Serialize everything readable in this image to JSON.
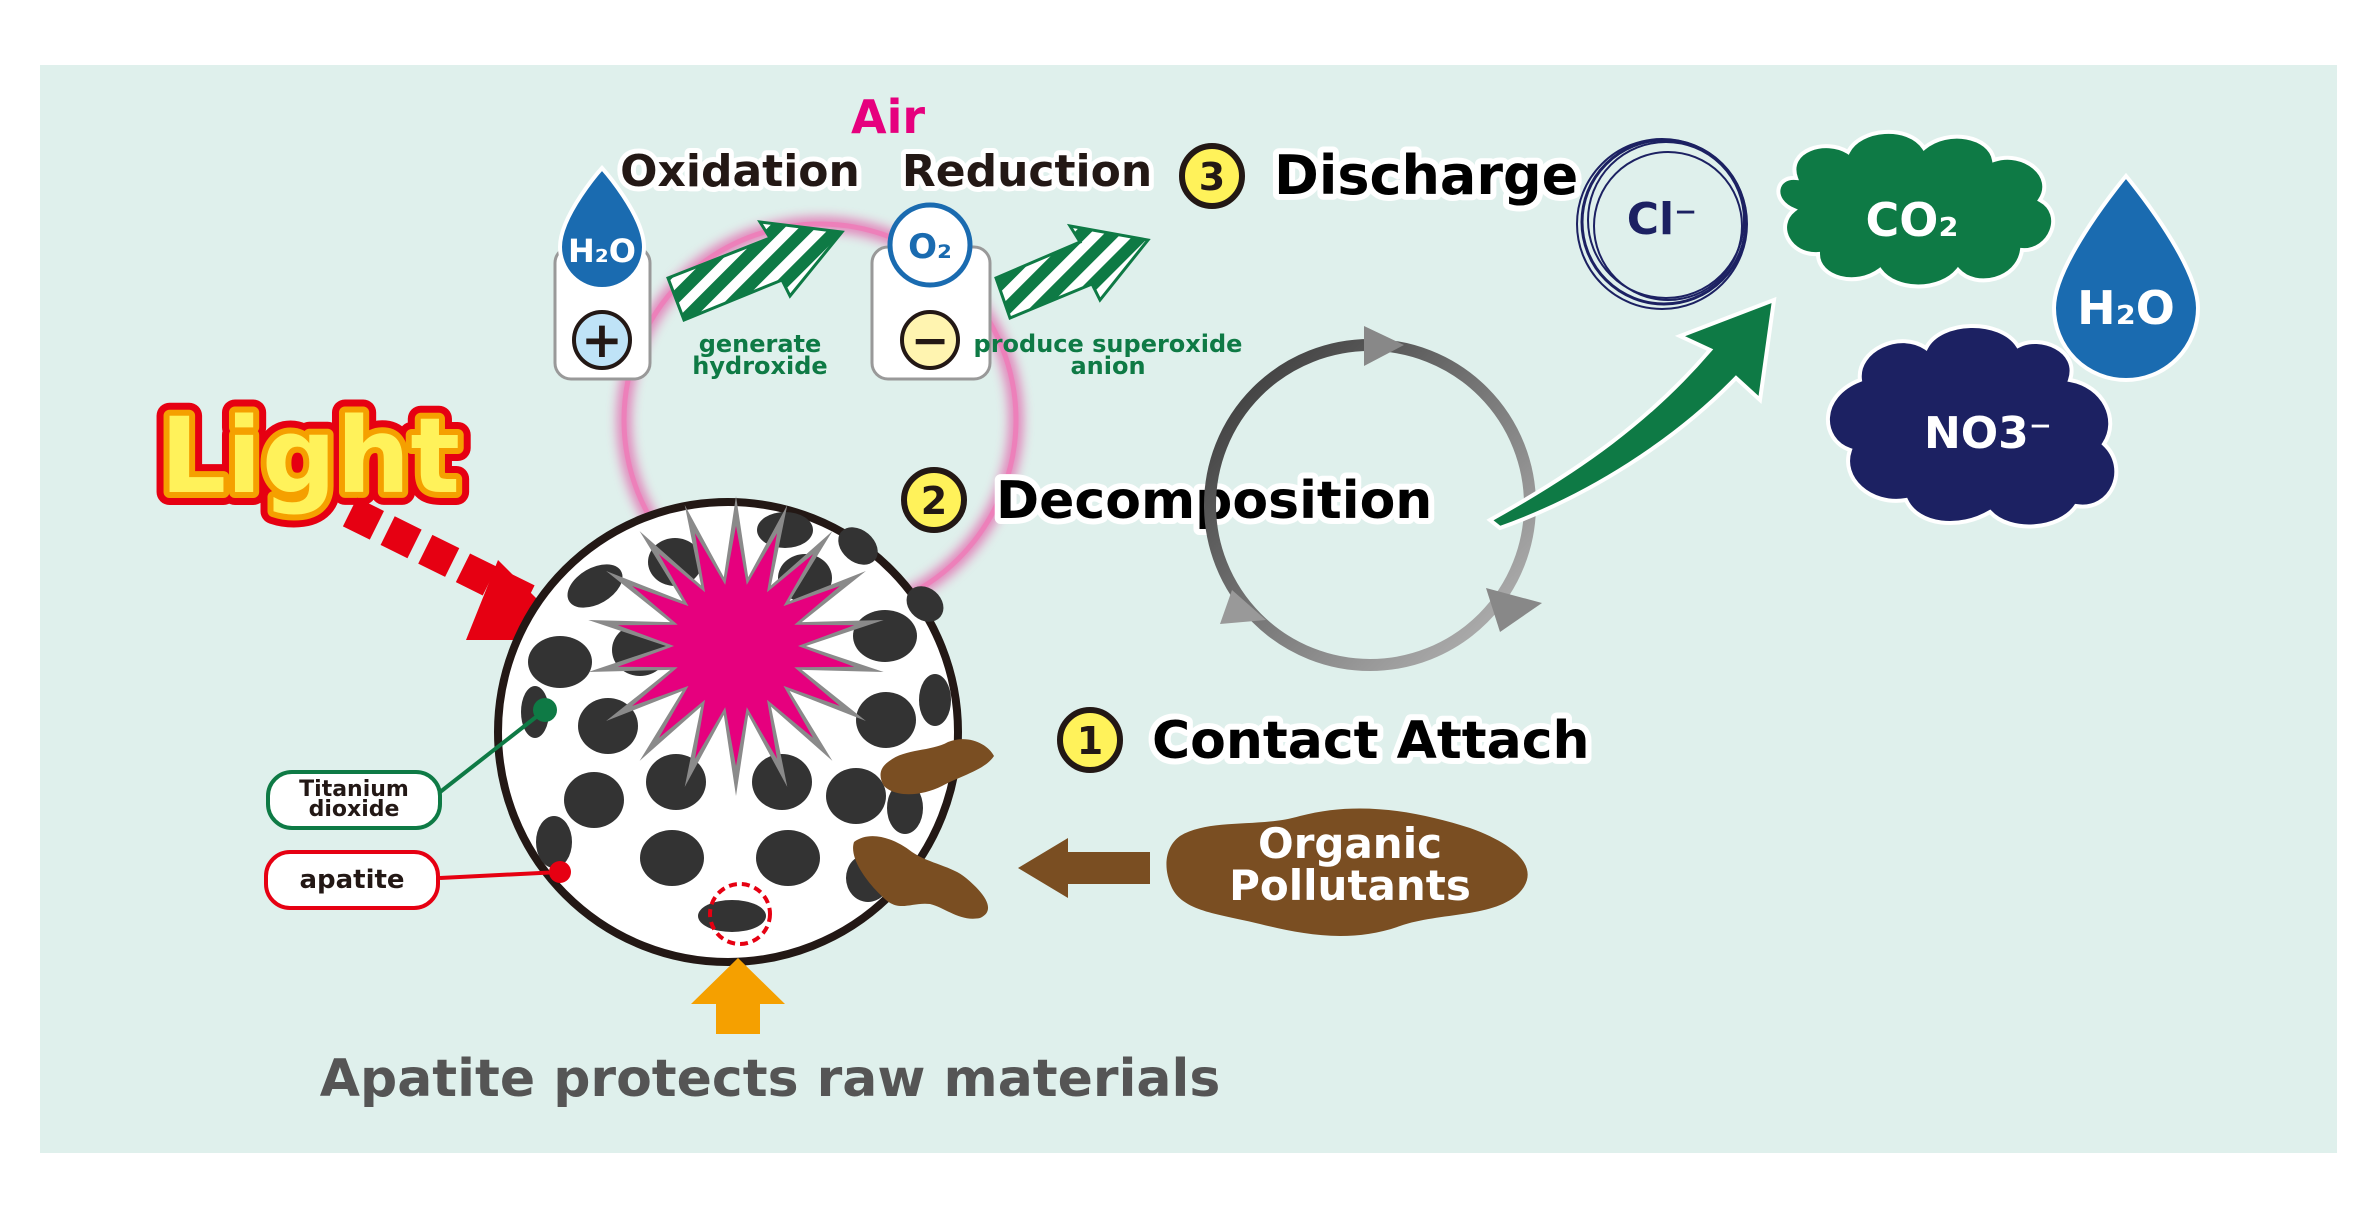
{
  "labels": {
    "air": "Air",
    "oxidation": "Oxidation",
    "reduction": "Reduction",
    "h2o_drop": "H₂O",
    "o2": "O₂",
    "plus": "+",
    "minus": "−",
    "generate_line1": "generate",
    "generate_line2": "hydroxide",
    "superoxide_line1": "produce superoxide",
    "superoxide_line2": "anion",
    "light": "Light",
    "step1_num": "1",
    "step1_label": "Contact Attach",
    "step2_num": "2",
    "step2_label": "Decomposition",
    "step3_num": "3",
    "step3_label": "Discharge",
    "titanium_line1": "Titanium",
    "titanium_line2": "dioxide",
    "apatite": "apatite",
    "organic_line1": "Organic",
    "organic_line2": "Pollutants",
    "protects": "Apatite protects raw materials",
    "cl": "Cl⁻",
    "co2": "CO₂",
    "h2o_out": "H₂O",
    "no3": "NO3⁻"
  },
  "colors": {
    "background": "#dff0ec",
    "pink": "#e6007e",
    "green": "#0e7a45",
    "blue": "#1a6bb0",
    "navy": "#1c2162",
    "brown": "#7a4e22",
    "red": "#e60012",
    "orange": "#f5a000",
    "yellow": "#fff25a",
    "dark_text": "#231815"
  },
  "icons": {
    "h2o_drop": "water-drop-icon",
    "light_arrow": "dashed-arrow-icon",
    "cycle": "circular-arrows-icon",
    "discharge_arrow": "curved-arrow-icon"
  }
}
